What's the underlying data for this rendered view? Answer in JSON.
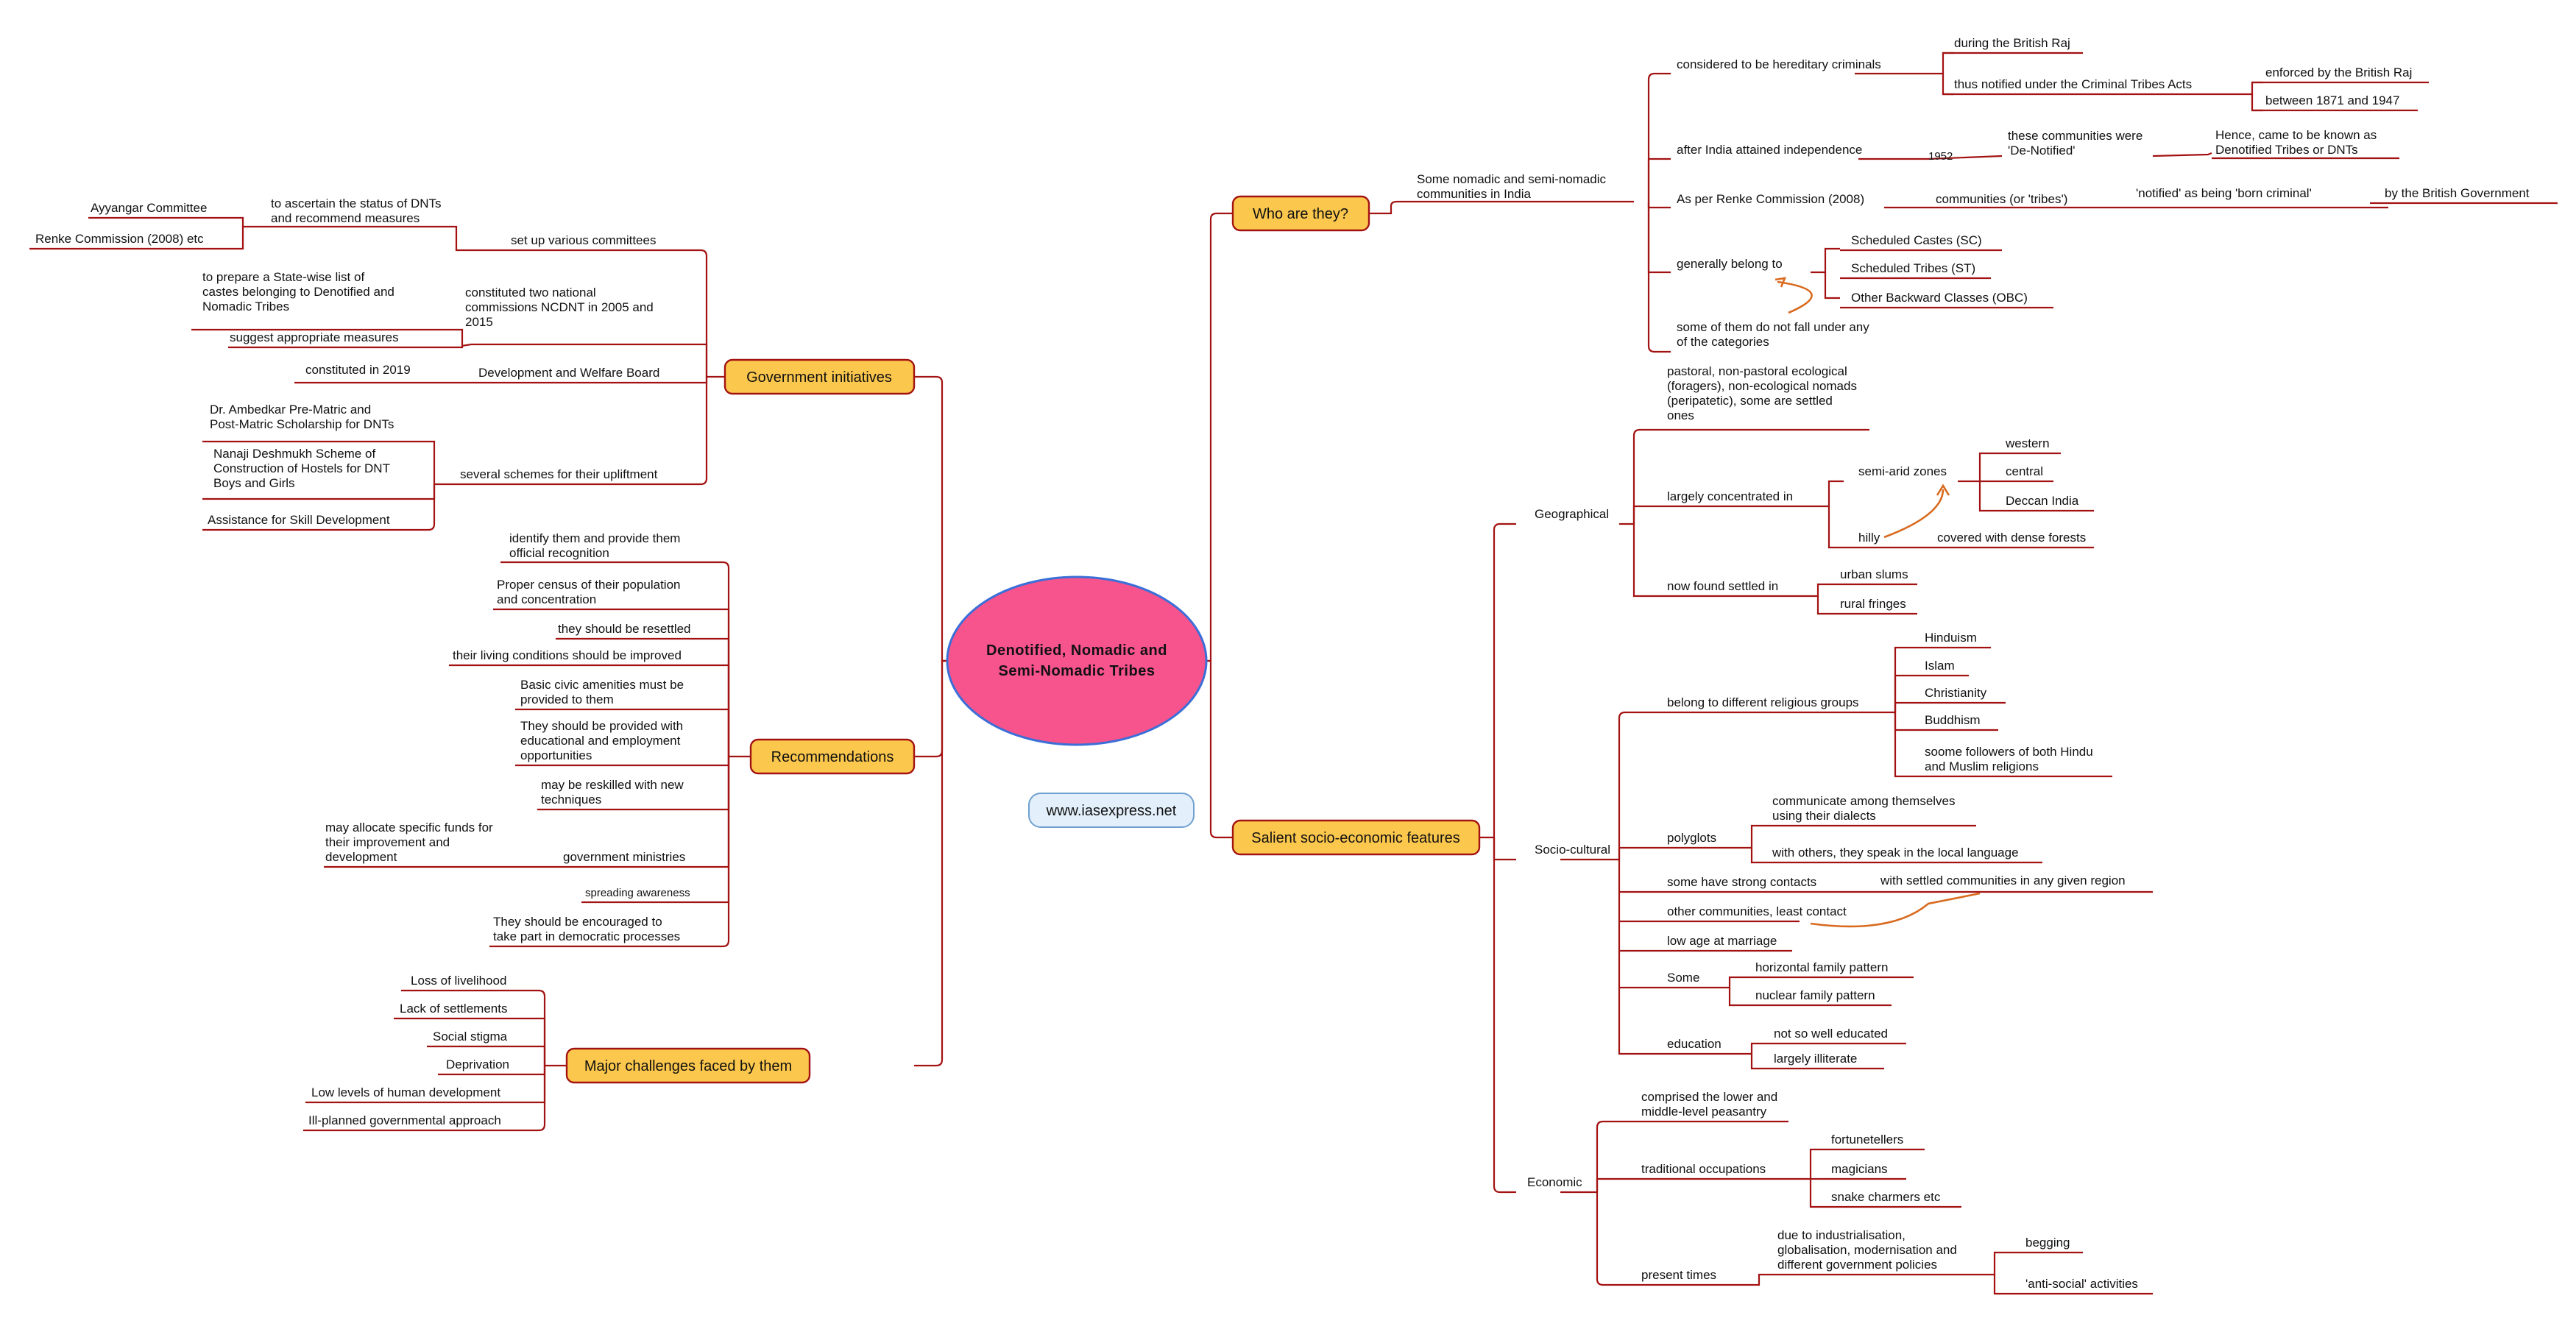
{
  "center": {
    "line1": "Denotified, Nomadic and",
    "line2": "Semi-Nomadic Tribes",
    "fill": "#f7538c",
    "stroke": "#3b6fd8"
  },
  "website": "www.iasexpress.net",
  "hubs": {
    "who": "Who are they?",
    "salient": "Salient socio-economic features",
    "govt": "Government initiatives",
    "recs": "Recommendations",
    "challenges": "Major challenges faced by them"
  },
  "who": {
    "root": [
      "Some nomadic and semi-nomadic",
      "communities in India"
    ],
    "hereditary": "considered to be hereditary criminals",
    "raj": "during the British Raj",
    "notified": "thus notified under the Criminal Tribes Acts",
    "enforced": "enforced by the British Raj",
    "years": "between 1871 and 1947",
    "independence": "after India attained independence",
    "year1952": "1952",
    "denotified": [
      "these communities were",
      "'De-Notified'"
    ],
    "hence": [
      "Hence, came to be known as",
      "Denotified Tribes or DNTs"
    ],
    "renke": "As per Renke Commission (2008)",
    "communities": "communities (or 'tribes')",
    "born_criminal": "'notified' as being 'born criminal'",
    "by_govt": "by the British Government",
    "belong": "generally belong to",
    "sc": "Scheduled Castes (SC)",
    "st": "Scheduled Tribes (ST)",
    "obc": "Other Backward Classes (OBC)",
    "not_fall": [
      "some of them do not fall under any",
      "of the categories"
    ]
  },
  "salient": {
    "geo": {
      "label": "Geographical",
      "pastoral": [
        "pastoral, non-pastoral ecological",
        "(foragers), non-ecological nomads",
        "(peripatetic), some are settled",
        "ones"
      ],
      "concentrated": "largely concentrated in",
      "semi_arid": "semi-arid zones",
      "western": "western",
      "central": "central",
      "deccan": "Deccan India",
      "hilly": "hilly",
      "forests": "covered with dense forests",
      "settled": "now found settled in",
      "slums": "urban slums",
      "fringes": "rural fringes"
    },
    "socio": {
      "label": "Socio-cultural",
      "religious": "belong to different religious groups",
      "hinduism": "Hinduism",
      "islam": "Islam",
      "christianity": "Christianity",
      "buddhism": "Buddhism",
      "soome": [
        "soome followers of both Hindu",
        "and Muslim religions"
      ],
      "polyglots": "polyglots",
      "dialects": [
        "communicate among themselves",
        "using their dialects"
      ],
      "local_lang": "with others, they speak in the local language",
      "strong": "some have strong contacts",
      "settled_comm": "with settled communities in any given region",
      "least": "other communities, least contact",
      "marriage": "low age at marriage",
      "some": "Some",
      "horizontal": "horizontal family pattern",
      "nuclear": "nuclear family pattern",
      "education": "education",
      "not_educated": "not so well educated",
      "illiterate": "largely illiterate"
    },
    "eco": {
      "label": "Economic",
      "peasantry": [
        "comprised the lower and",
        "middle-level peasantry"
      ],
      "occupations": "traditional occupations",
      "fortune": "fortunetellers",
      "magicians": "magicians",
      "snake": "snake charmers etc",
      "present": "present times",
      "due_to": [
        "due to industrialisation,",
        "globalisation, modernisation and",
        "different government policies"
      ],
      "begging": "begging",
      "antisocial": "'anti-social' activities"
    }
  },
  "govt": {
    "committees": "set up various committees",
    "ascertain": [
      "to ascertain the status of DNTs",
      "and recommend measures"
    ],
    "ayyangar": "Ayyangar Committee",
    "renke_etc": "Renke Commission (2008) etc",
    "ncdnt": [
      "constituted two national",
      "commissions NCDNT in 2005 and",
      "2015"
    ],
    "prepare": [
      "to prepare a State-wise list of",
      "castes belonging to Denotified and",
      "Nomadic Tribes"
    ],
    "suggest": "suggest appropriate measures",
    "board": "Development and Welfare Board",
    "constituted2019": "constituted in 2019",
    "schemes": "several schemes for their upliftment",
    "ambedkar": [
      "Dr. Ambedkar Pre-Matric and",
      "Post-Matric Scholarship for DNTs"
    ],
    "nanaji": [
      "Nanaji Deshmukh Scheme of",
      "Construction of Hostels for DNT",
      "Boys and Girls"
    ],
    "skill": "Assistance for Skill Development"
  },
  "recs": {
    "identify": [
      "identify them and provide them",
      "official recognition"
    ],
    "census": [
      "Proper census of their population",
      "and concentration"
    ],
    "resettled": "they should be resettled",
    "living": "their living conditions should be improved",
    "civic": [
      "Basic civic amenities must be",
      "provided to them"
    ],
    "educational": [
      "They should be provided with",
      "educational and employment",
      "opportunities"
    ],
    "reskilled": [
      "may be reskilled with new",
      "techniques"
    ],
    "ministries": "government ministries",
    "funds": [
      "may allocate specific funds for",
      "their improvement and",
      "development"
    ],
    "awareness": "spreading awareness",
    "democratic": [
      "They should be encouraged to",
      "take part in democratic processes"
    ]
  },
  "challenges": {
    "livelihood": "Loss of livelihood",
    "settlements": "Lack of settlements",
    "stigma": "Social stigma",
    "deprivation": "Deprivation",
    "human_dev": "Low levels of human development",
    "ill_planned": "Ill-planned governmental approach"
  }
}
